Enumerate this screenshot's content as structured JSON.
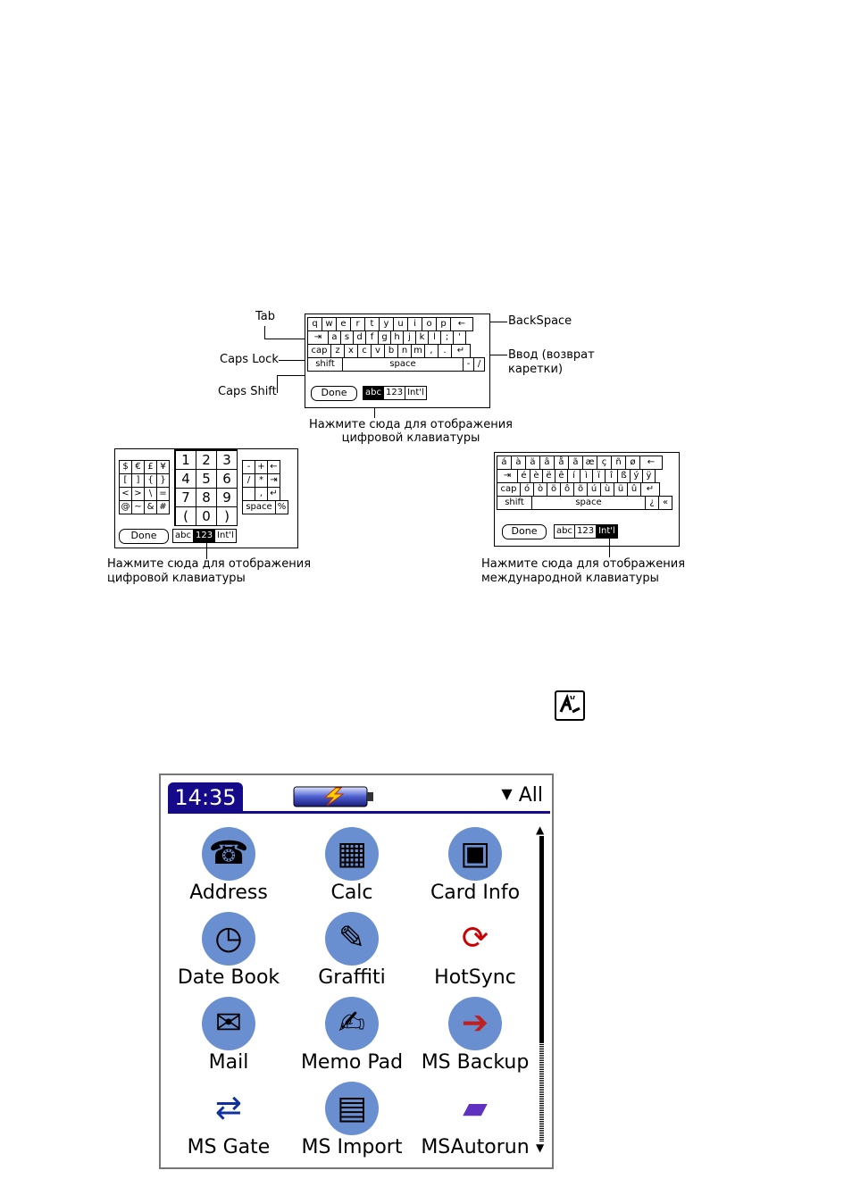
{
  "alpha_kb": {
    "labels": {
      "tab": "Tab",
      "caps_lock": "Caps Lock",
      "caps_shift": "Caps Shift",
      "backspace": "BackSpace",
      "enter": "Ввод (возврат каретки)",
      "hint": "Нажмите сюда для отображения цифровой клавиатуры"
    },
    "row1": [
      "q",
      "w",
      "e",
      "r",
      "t",
      "y",
      "u",
      "i",
      "o",
      "p",
      "←"
    ],
    "row2": [
      "⇥",
      "a",
      "s",
      "d",
      "f",
      "g",
      "h",
      "j",
      "k",
      "l",
      ";",
      "'"
    ],
    "row3": [
      "cap",
      "z",
      "x",
      "c",
      "v",
      "b",
      "n",
      "m",
      ",",
      ".",
      "↵"
    ],
    "row4": [
      "shift",
      "space",
      "-",
      "/"
    ],
    "done": "Done",
    "modes": [
      "abc",
      "123",
      "Int'l"
    ]
  },
  "num_kb": {
    "left": [
      [
        "$",
        "€",
        "£",
        "¥"
      ],
      [
        "[",
        "]",
        "{",
        "}"
      ],
      [
        "<",
        ">",
        "\\",
        "="
      ],
      [
        "@",
        "~",
        "&",
        "#"
      ]
    ],
    "mid": [
      [
        "1",
        "2",
        "3"
      ],
      [
        "4",
        "5",
        "6"
      ],
      [
        "7",
        "8",
        "9"
      ],
      [
        "(",
        "0",
        ")"
      ]
    ],
    "right": [
      [
        "-",
        "+",
        "←"
      ],
      [
        "/",
        "*",
        "⇥"
      ],
      [
        "",
        ",",
        "↵"
      ],
      [
        "space",
        "%"
      ]
    ],
    "done": "Done",
    "modes": [
      "abc",
      "123",
      "Int'l"
    ],
    "hint": "Нажмите сюда для отображения цифровой клавиатуры"
  },
  "intl_kb": {
    "row1": [
      "á",
      "à",
      "ä",
      "â",
      "å",
      "ã",
      "æ",
      "ç",
      "ñ",
      "ø",
      "←"
    ],
    "row2": [
      "⇥",
      "é",
      "è",
      "ë",
      "ê",
      "í",
      "ì",
      "ï",
      "î",
      "ß",
      "ý",
      "ÿ"
    ],
    "row3": [
      "cap",
      "ó",
      "ò",
      "ö",
      "ô",
      "õ",
      "ú",
      "ù",
      "ü",
      "û",
      "↵"
    ],
    "row4": [
      "shift",
      "space",
      "¿",
      "«"
    ],
    "done": "Done",
    "modes": [
      "abc",
      "123",
      "Int'l"
    ],
    "hint": "Нажмите сюда для отображения международной клавиатуры"
  },
  "launcher": {
    "time": "14:35",
    "category": "All",
    "apps": [
      "Address",
      "Calc",
      "Card Info",
      "Date Book",
      "Graffiti",
      "HotSync",
      "Mail",
      "Memo Pad",
      "MS Backup",
      "MS Gate",
      "MS Import",
      "MSAutorun"
    ]
  }
}
